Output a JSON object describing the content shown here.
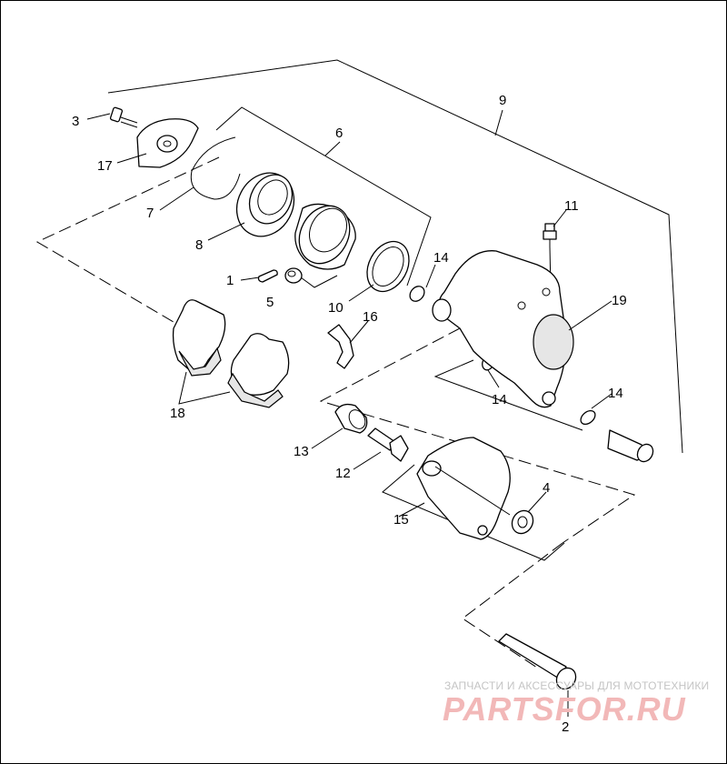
{
  "callouts": {
    "c1": "1",
    "c2": "2",
    "c3": "3",
    "c4": "4",
    "c5": "5",
    "c6": "6",
    "c7": "7",
    "c8": "8",
    "c9": "9",
    "c10": "10",
    "c11": "11",
    "c12": "12",
    "c13": "13",
    "c14a": "14",
    "c14b": "14",
    "c14c": "14",
    "c15": "15",
    "c16": "16",
    "c17": "17",
    "c18": "18",
    "c19": "19"
  },
  "watermark": {
    "line1": "ЗАПЧАСТИ И АКСЕССУАРЫ ДЛЯ МОТОТЕХНИКИ",
    "logo": "PARTSFOR.RU"
  },
  "colors": {
    "line": "#000000",
    "background": "#ffffff",
    "watermark": "#f2b8b8"
  }
}
